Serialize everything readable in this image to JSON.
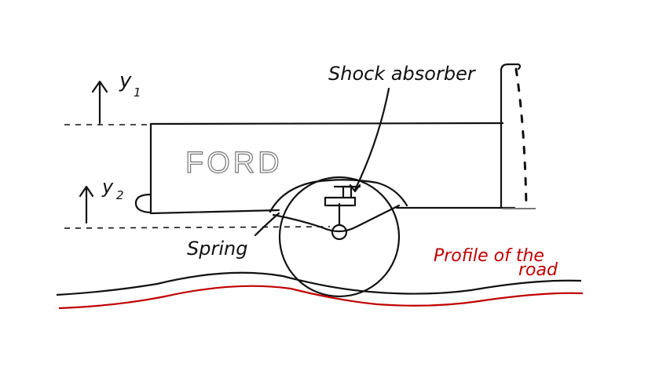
{
  "labels": {
    "y1": "y",
    "y1_sub": "1",
    "y2": "y",
    "y2_sub": "2",
    "brand": "FORD",
    "shock_absorber": "Shock absorber",
    "spring": "Spring",
    "road_line1": "Profile of the",
    "road_line2": "road"
  },
  "colors": {
    "ink": "#111111",
    "road_profile": "#c00000",
    "brand_text": "#777777"
  }
}
